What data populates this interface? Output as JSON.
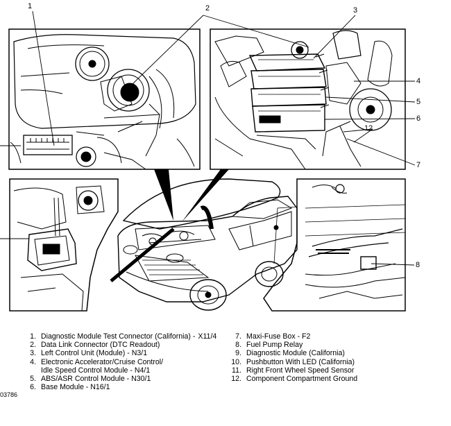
{
  "callouts": [
    "1",
    "2",
    "3",
    "4",
    "5",
    "6",
    "7",
    "8",
    "12"
  ],
  "legend_left": [
    {
      "num": "1.",
      "text": "Diagnostic Module Test Connector (California) -",
      "code": "X11/4"
    },
    {
      "num": "2.",
      "text": "Data Link Connector (DTC Readout)",
      "code": ""
    },
    {
      "num": "3.",
      "text": "Left Control Unit (Module) - N3/1",
      "code": ""
    },
    {
      "num": "4.",
      "text": "Electronic Accelerator/Cruise Control/",
      "code": ""
    },
    {
      "num": "",
      "text": "Idle Speed Control Module - N4/1",
      "code": ""
    },
    {
      "num": "5.",
      "text": "ABS/ASR Control Module - N30/1",
      "code": ""
    },
    {
      "num": "6.",
      "text": "Base Module - N16/1",
      "code": ""
    }
  ],
  "legend_right": [
    {
      "num": "7.",
      "text": "Maxi-Fuse Box - F2"
    },
    {
      "num": "8.",
      "text": "Fuel Pump Relay"
    },
    {
      "num": "9.",
      "text": "Diagnostic Module (California)"
    },
    {
      "num": "10.",
      "text": "Pushbutton With LED (California)"
    },
    {
      "num": "11.",
      "text": "Right Front Wheel Speed Sensor"
    },
    {
      "num": "12.",
      "text": "Component Compartment Ground"
    }
  ],
  "figure_ref": "03786"
}
